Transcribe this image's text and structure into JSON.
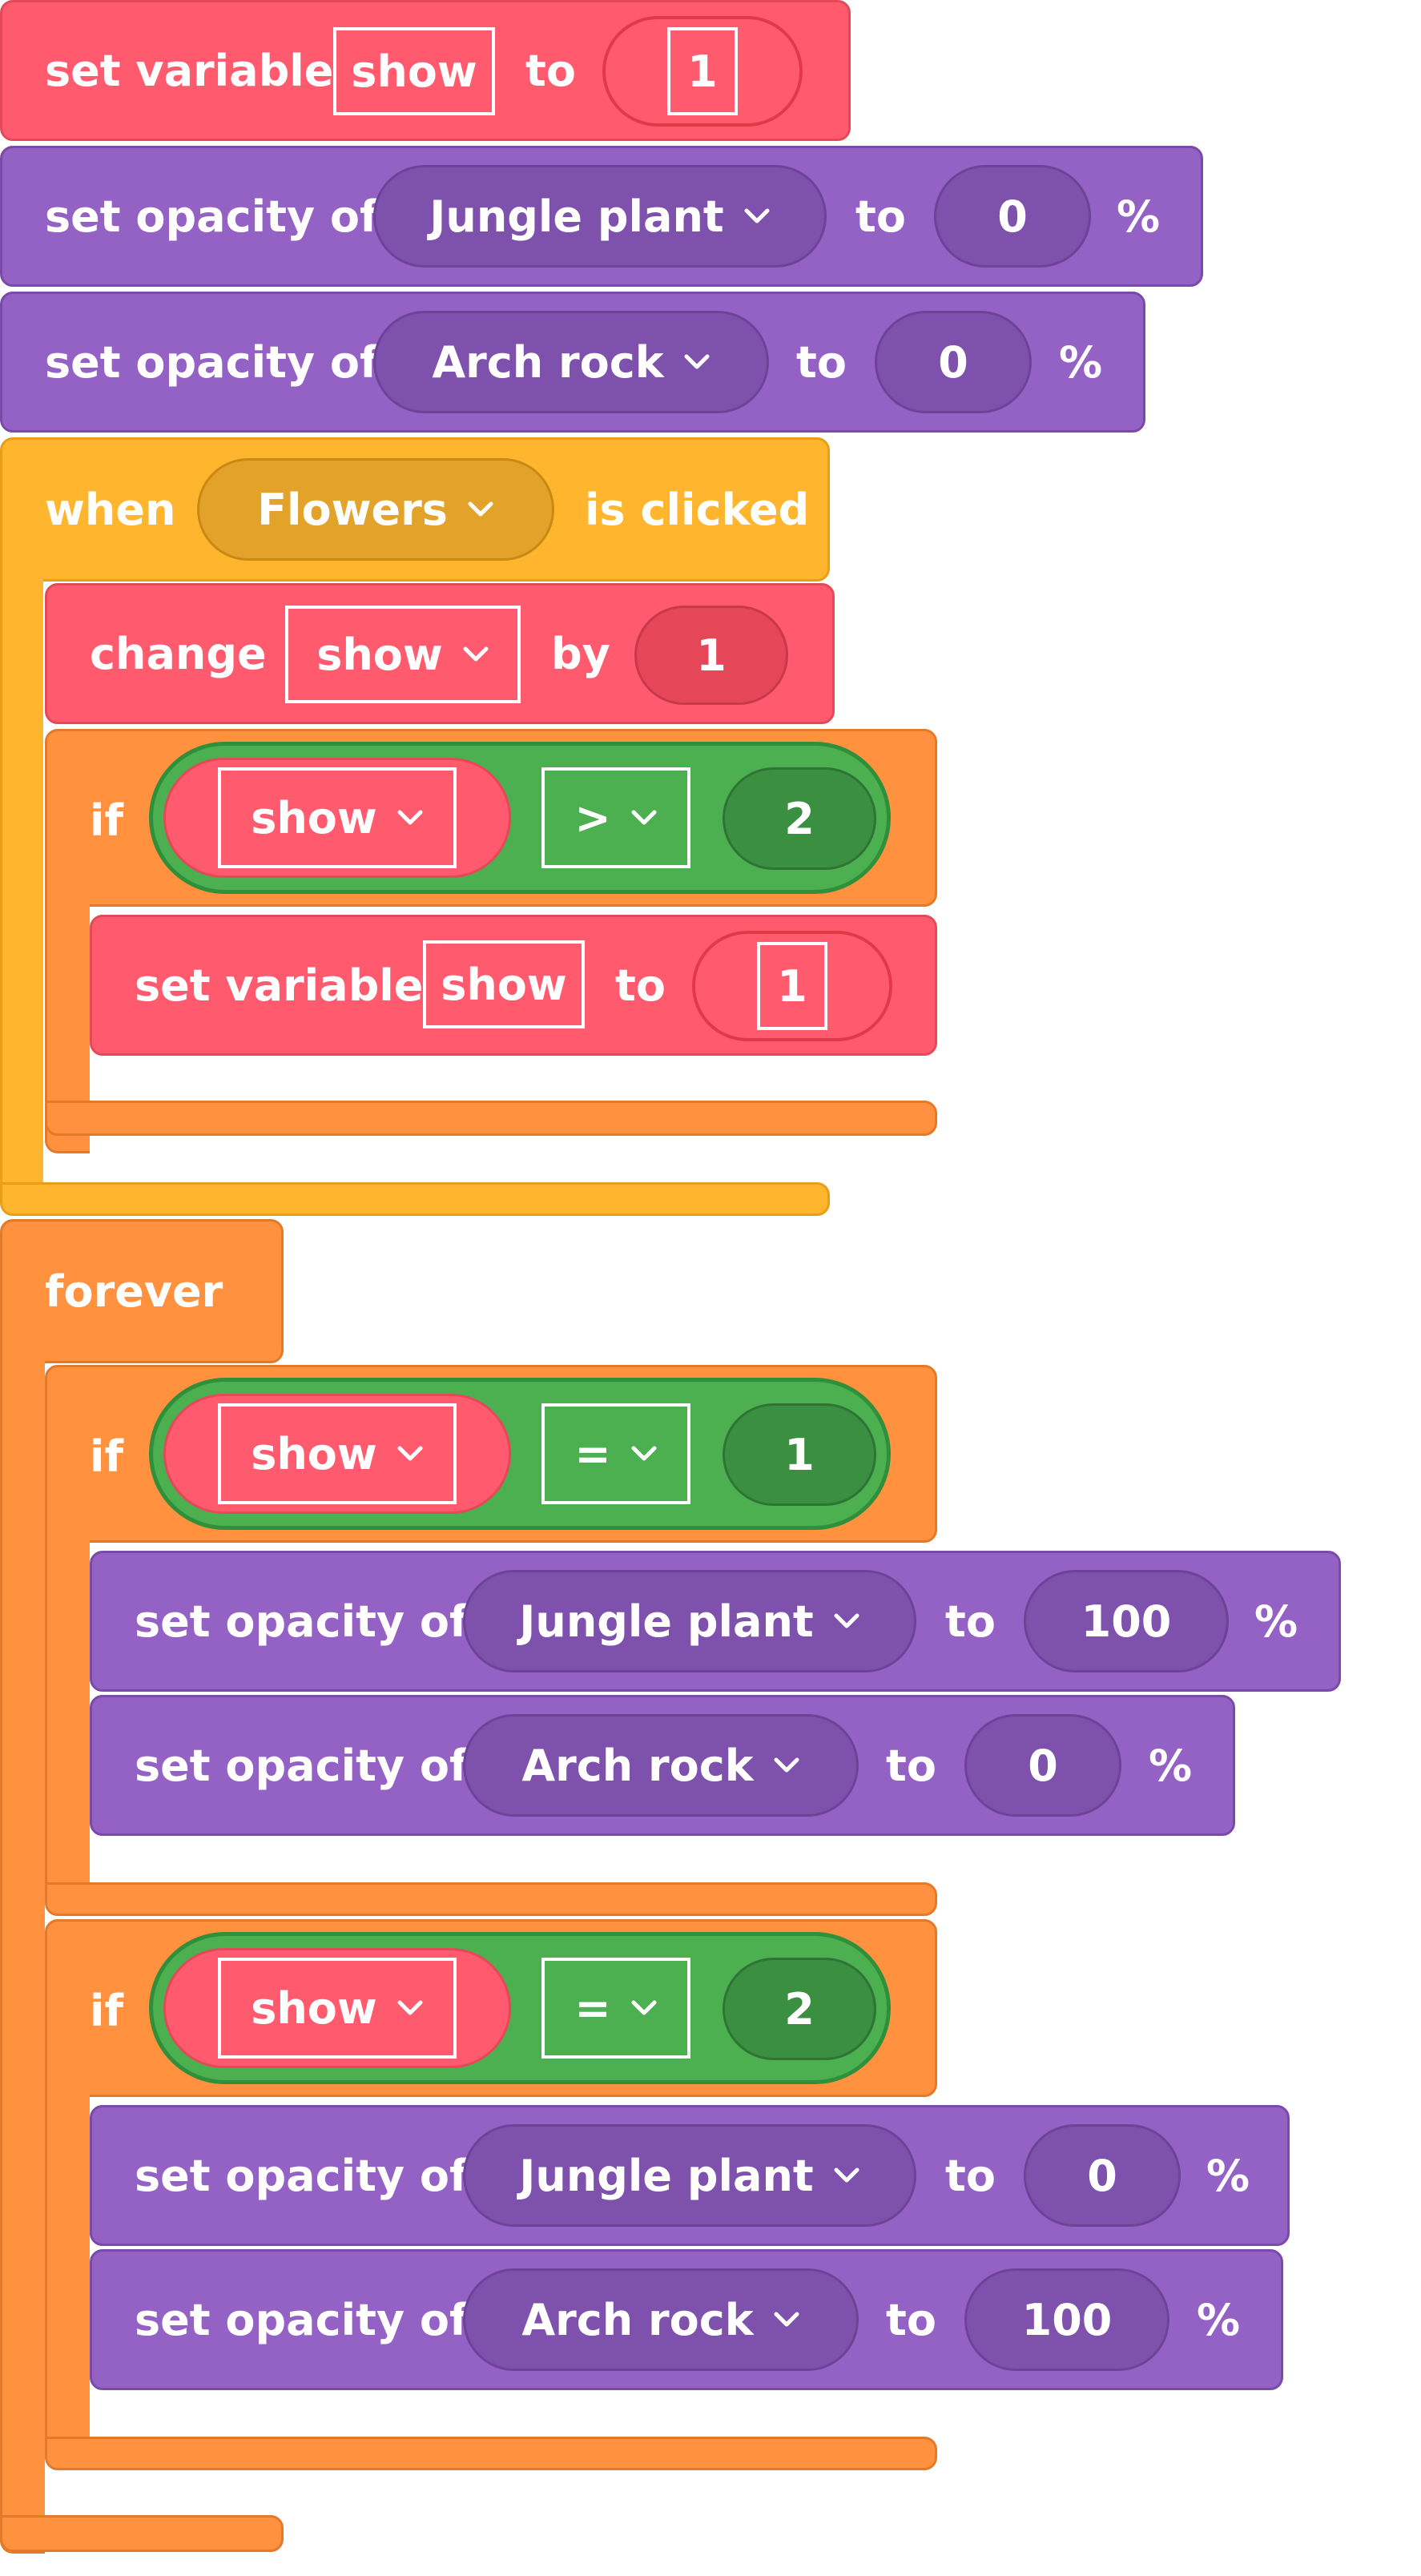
{
  "colors": {
    "variables": "#ff5a6e",
    "looks": "#9461c5",
    "events": "#ffb52e",
    "control": "#ff913f",
    "operators": "#4caf50"
  },
  "icons": {
    "dropdown": "chevron-down-icon"
  },
  "b1": {
    "label": "set variable",
    "var": "show",
    "to": "to",
    "value": "1"
  },
  "b2": {
    "label": "set opacity of",
    "target": "Jungle plant",
    "to": "to",
    "value": "0",
    "unit": "%"
  },
  "b3": {
    "label": "set opacity of",
    "target": "Arch rock",
    "to": "to",
    "value": "0",
    "unit": "%"
  },
  "event": {
    "when": "when",
    "sprite": "Flowers",
    "suffix": "is clicked"
  },
  "change": {
    "label": "change",
    "var": "show",
    "by": "by",
    "value": "1"
  },
  "if1": {
    "label": "if",
    "var": "show",
    "op": ">",
    "value": "2"
  },
  "set2": {
    "label": "set variable",
    "var": "show",
    "to": "to",
    "value": "1"
  },
  "forever": {
    "label": "forever"
  },
  "if2": {
    "label": "if",
    "var": "show",
    "op": "=",
    "value": "1"
  },
  "op1": {
    "label": "set opacity of",
    "target": "Jungle plant",
    "to": "to",
    "value": "100",
    "unit": "%"
  },
  "op2": {
    "label": "set opacity of",
    "target": "Arch rock",
    "to": "to",
    "value": "0",
    "unit": "%"
  },
  "if3": {
    "label": "if",
    "var": "show",
    "op": "=",
    "value": "2"
  },
  "op3": {
    "label": "set opacity of",
    "target": "Jungle plant",
    "to": "to",
    "value": "0",
    "unit": "%"
  },
  "op4": {
    "label": "set opacity of",
    "target": "Arch rock",
    "to": "to",
    "value": "100",
    "unit": "%"
  }
}
